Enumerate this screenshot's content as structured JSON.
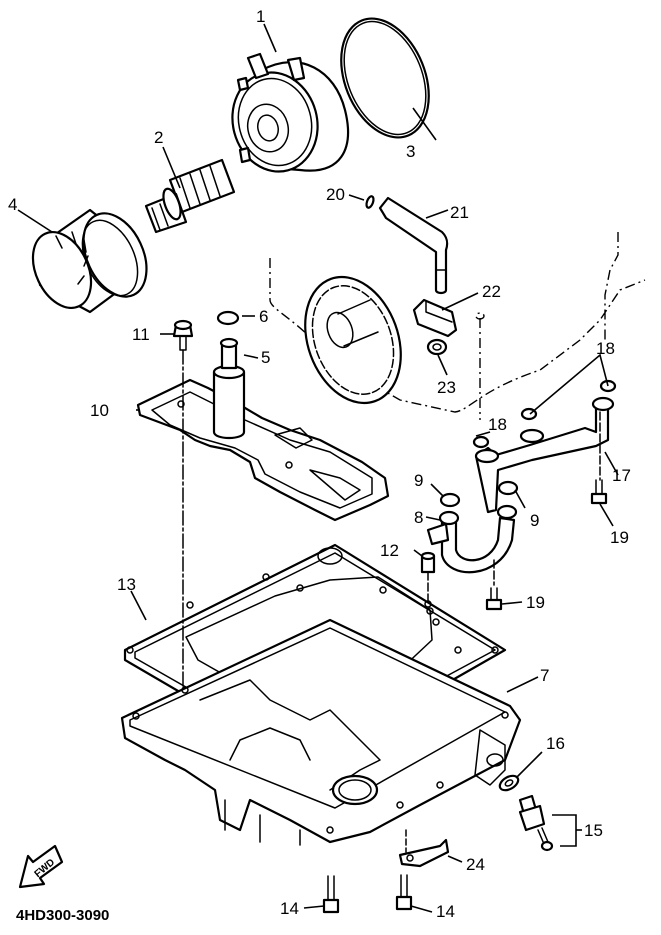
{
  "diagram": {
    "title": "Oil cooler and oil pan exploded view",
    "drawing_code": "4HD300-3090",
    "direction_marker": "FWD",
    "callouts": [
      {
        "id": "1",
        "part": "oil cooler"
      },
      {
        "id": "2",
        "part": "union bolt"
      },
      {
        "id": "3",
        "part": "o-ring (cooler)"
      },
      {
        "id": "4",
        "part": "oil filter"
      },
      {
        "id": "5",
        "part": "oil strainer pipe"
      },
      {
        "id": "6",
        "part": "o-ring (strainer)"
      },
      {
        "id": "7",
        "part": "oil pan"
      },
      {
        "id": "8",
        "part": "oil pipe"
      },
      {
        "id": "9",
        "part": "o-ring"
      },
      {
        "id": "10",
        "part": "oil strainer"
      },
      {
        "id": "11",
        "part": "bolt"
      },
      {
        "id": "12",
        "part": "dowel"
      },
      {
        "id": "13",
        "part": "oil pan gasket"
      },
      {
        "id": "14",
        "part": "bolt"
      },
      {
        "id": "15",
        "part": "drain bolt set"
      },
      {
        "id": "16",
        "part": "gasket"
      },
      {
        "id": "17",
        "part": "oil delivery pipe"
      },
      {
        "id": "18",
        "part": "o-ring"
      },
      {
        "id": "19",
        "part": "bolt"
      },
      {
        "id": "20",
        "part": "o-ring"
      },
      {
        "id": "21",
        "part": "pipe"
      },
      {
        "id": "22",
        "part": "damper"
      },
      {
        "id": "23",
        "part": "washer"
      },
      {
        "id": "24",
        "part": "clamp"
      }
    ]
  }
}
